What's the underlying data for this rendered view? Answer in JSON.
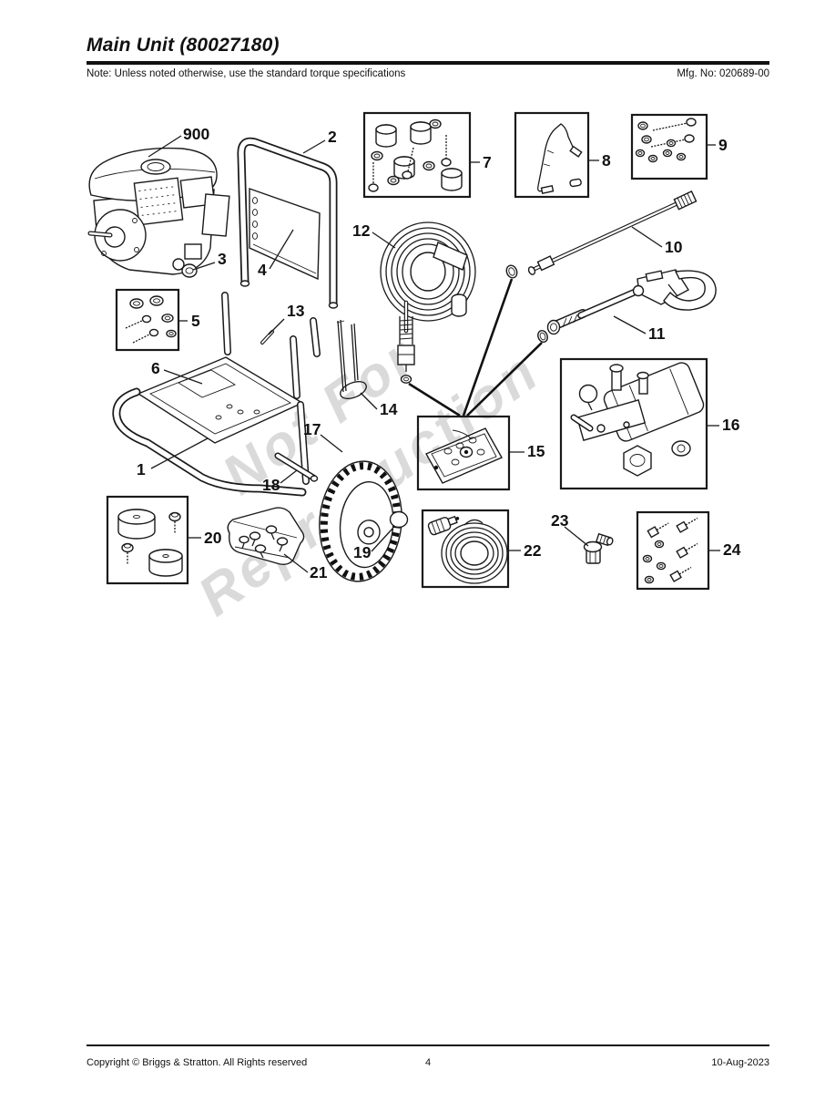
{
  "header": {
    "title": "Main Unit (80027180)",
    "note": "Note: Unless noted otherwise, use the standard torque specifications",
    "mfg": "Mfg. No: 020689-00"
  },
  "footer": {
    "copyright": "Copyright ©  Briggs & Stratton. All Rights reserved",
    "page": "4",
    "date": "10-Aug-2023"
  },
  "watermark": {
    "line1": "Not For",
    "line2": "Reproduction"
  },
  "callouts": {
    "c1": "1",
    "c2": "2",
    "c3": "3",
    "c4": "4",
    "c5": "5",
    "c6": "6",
    "c7": "7",
    "c8": "8",
    "c9": "9",
    "c10": "10",
    "c11": "11",
    "c12": "12",
    "c13": "13",
    "c14": "14",
    "c15": "15",
    "c16": "16",
    "c17": "17",
    "c18": "18",
    "c19": "19",
    "c20": "20",
    "c21": "21",
    "c22": "22",
    "c23": "23",
    "c24": "24",
    "c900": "900"
  }
}
